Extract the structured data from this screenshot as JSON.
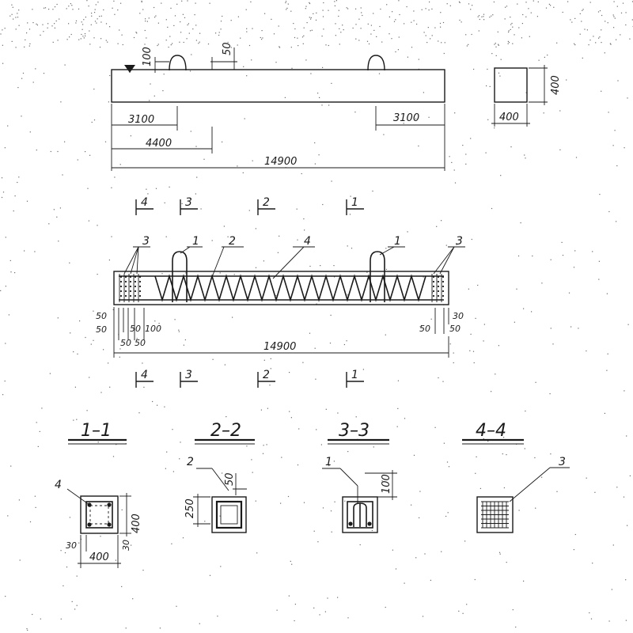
{
  "elevation": {
    "dims": {
      "lift_height": "100",
      "lift_offset": "50",
      "left_to_loop": "3100",
      "right_to_loop": "3100",
      "left_to_mark": "4400",
      "total_length": "14900"
    }
  },
  "cross_section": {
    "height": "400",
    "width": "400"
  },
  "reinforcement": {
    "labels": {
      "top_left_mesh": "3",
      "top_left_loop": "1",
      "top_stirrup": "2",
      "top_bars": "4",
      "top_right_loop": "1",
      "top_right_mesh": "3"
    },
    "section_marks_top": [
      "4",
      "3",
      "2",
      "1"
    ],
    "section_marks_bottom": [
      "4",
      "3",
      "2",
      "1"
    ],
    "dims": {
      "left_a": "50",
      "left_b": "50",
      "left_c": "50",
      "left_d": "100",
      "left_e": "50",
      "left_f": "50",
      "right_a": "50",
      "right_b": "30",
      "right_c": "50",
      "total_length": "14900"
    }
  },
  "sections": [
    {
      "title": "1–1",
      "callout": "4",
      "dims": {
        "height": "400",
        "width": "400",
        "cover_left": "30",
        "cover_bottom": "30"
      }
    },
    {
      "title": "2–2",
      "callout": "2",
      "dims": {
        "height": "250",
        "offset": "50"
      }
    },
    {
      "title": "3–3",
      "callout": "1",
      "dims": {
        "loop": "100"
      }
    },
    {
      "title": "4–4",
      "callout": "3",
      "dims": {}
    }
  ]
}
